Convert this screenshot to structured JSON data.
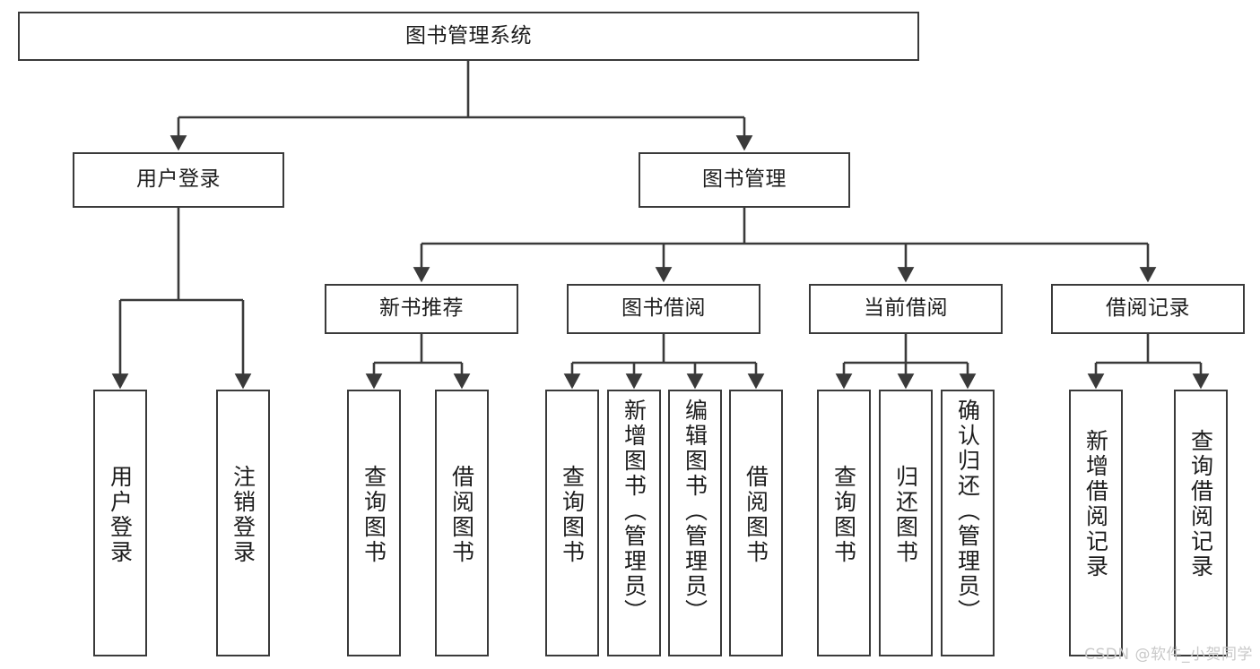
{
  "diagram": {
    "title": "图书管理系统",
    "type": "tree-hierarchy",
    "root": {
      "label": "图书管理系统"
    },
    "level2": [
      {
        "label": "用户登录"
      },
      {
        "label": "图书管理"
      }
    ],
    "level3": [
      {
        "label": "新书推荐"
      },
      {
        "label": "图书借阅"
      },
      {
        "label": "当前借阅"
      },
      {
        "label": "借阅记录"
      }
    ],
    "leaves": {
      "user_login": [
        {
          "label": "用户登录"
        },
        {
          "label": "注销登录"
        }
      ],
      "new_book": [
        {
          "label": "查询图书"
        },
        {
          "label": "借阅图书"
        }
      ],
      "book_borrow": [
        {
          "label": "查询图书"
        },
        {
          "label": "新增图书（管理员）"
        },
        {
          "label": "编辑图书（管理员）"
        },
        {
          "label": "借阅图书"
        }
      ],
      "current_borrow": [
        {
          "label": "查询图书"
        },
        {
          "label": "归还图书"
        },
        {
          "label": "确认归还（管理员）"
        }
      ],
      "borrow_record": [
        {
          "label": "新增借阅记录"
        },
        {
          "label": "查询借阅记录"
        }
      ]
    }
  },
  "watermark": {
    "text": "CSDN @软件_小贺同学"
  },
  "colors": {
    "stroke": "#3a3a3a",
    "background": "#ffffff",
    "text": "#1d1d1d",
    "watermark": "#c9c9c9"
  }
}
